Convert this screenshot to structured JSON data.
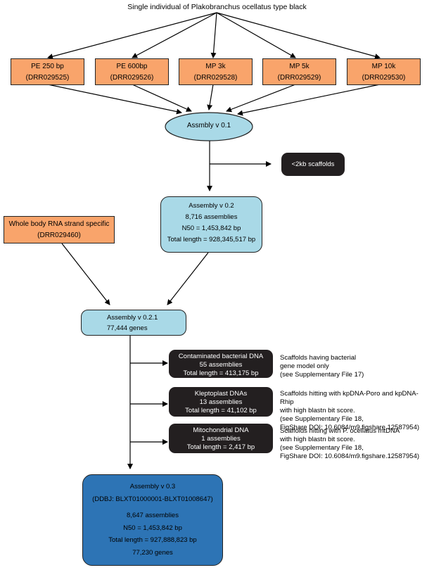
{
  "title": "Single individual of Plakobranchus ocellatus type black",
  "libraries": [
    {
      "name": "PE 250 bp",
      "id": "(DRR029525)"
    },
    {
      "name": "PE 600bp",
      "id": "(DRR029526)"
    },
    {
      "name": "MP 3k",
      "id": "(DRR029528)"
    },
    {
      "name": "MP 5k",
      "id": "(DRR029529)"
    },
    {
      "name": "MP 10k",
      "id": "(DRR029530)"
    }
  ],
  "assembly_v01": {
    "label": "Assmbly v 0.1"
  },
  "removed_small": {
    "label": "<2kb scaffolds"
  },
  "assembly_v02": {
    "label": "Assembly v 0.2",
    "assemblies": "8,716 assemblies",
    "n50": "N50 = 1,453,842 bp",
    "total": "Total length =  928,345,517 bp"
  },
  "rna": {
    "name": "Whole body RNA strand specific",
    "id": "(DRR029460)"
  },
  "assembly_v021": {
    "label": "Assembly v 0.2.1",
    "genes": "77,444 genes"
  },
  "removed": [
    {
      "title": "Contaminated bacterial DNA",
      "assemblies": "55 assemblies",
      "total": "Total length =  413,175 bp",
      "note": [
        "Scaffolds having bacterial",
        "gene model only",
        "(see Supplementary File 17)"
      ]
    },
    {
      "title": "Kleptoplast DNAs",
      "assemblies": "13 assemblies",
      "total": "Total length =  41,102 bp",
      "note": [
        "Scaffolds hitting with kpDNA-Poro and kpDNA-Rhip",
        "with high blastn bit score.",
        "(see Supplementary File 18,",
        "FigShare DOI: 10.6084/m9.figshare.12587954)"
      ]
    },
    {
      "title": "Mitochondrial DNA",
      "assemblies": "1 assemblies",
      "total": "Total length =  2,417 bp",
      "note": [
        "Scaffolds hitting with P. ocellatus mtDNA",
        "with high blastn bit score.",
        "(see Supplementary File 18,",
        "FigShare DOI: 10.6084/m9.figshare.12587954)"
      ]
    }
  ],
  "assembly_v03": {
    "label": "Assembly v 0.3",
    "ddbj": "(DDBJ: BLXT01000001-BLXT01008647)",
    "assemblies": "8,647 assemblies",
    "n50": "N50 = 1,453,842 bp",
    "total": "Total length =  927,888,823 bp",
    "genes": "77,230 genes"
  },
  "colors": {
    "library_fill": "#f9a46b",
    "removed_fill": "#231f20",
    "intermediate_fill": "#a9d9e7",
    "final_fill": "#2d74b5"
  }
}
